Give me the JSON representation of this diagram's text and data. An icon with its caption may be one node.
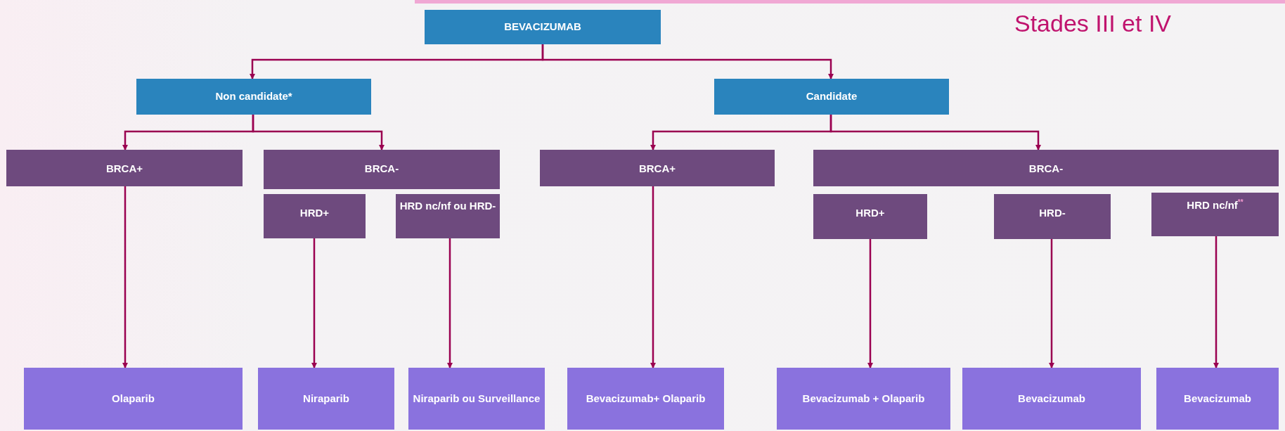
{
  "diagram": {
    "title": "Stades III et IV",
    "nodes": [
      {
        "text": [
          "BEVACIZUMAB"
        ]
      },
      {
        "text": [
          "Non candidate*"
        ]
      },
      {
        "text": [
          "Candidate"
        ]
      },
      {
        "text": [
          "BRCA+"
        ]
      },
      {
        "text": [
          "BRCA-"
        ]
      },
      {
        "text": [
          "HRD+"
        ]
      },
      {
        "text": [
          "HRD nc/nf ou HRD-"
        ]
      },
      {
        "text": [
          "BRCA+"
        ]
      },
      {
        "text": [
          "BRCA-"
        ]
      },
      {
        "text": [
          "HRD+"
        ]
      },
      {
        "text": [
          "HRD-"
        ]
      },
      {
        "text": [
          "HRD nc/nf$^{**}$"
        ]
      },
      {
        "text": [
          "Olaparib"
        ]
      },
      {
        "text": [
          "Niraparib"
        ]
      },
      {
        "text": [
          "Niraparib ou Surveillance"
        ]
      },
      {
        "text": [
          "Bevacizumab+ Olaparib"
        ]
      },
      {
        "text": [
          "Bevacizumab + Olaparib"
        ]
      },
      {
        "text": [
          "Bevacizumab"
        ]
      },
      {
        "text": [
          "Bevacizumab"
        ]
      }
    ],
    "edges": [
      {
        "from": 0,
        "to": 1,
        "arrow": "to"
      },
      {
        "from": 0,
        "to": 2,
        "arrow": "to"
      },
      {
        "from": 1,
        "to": 3,
        "arrow": "to"
      },
      {
        "from": 1,
        "to": 4,
        "arrow": "to"
      },
      {
        "from": 2,
        "to": 7,
        "arrow": "to"
      },
      {
        "from": 2,
        "to": 8,
        "arrow": "to"
      },
      {
        "from": 3,
        "to": 12,
        "arrow": "to"
      },
      {
        "from": 5,
        "to": 13,
        "arrow": "to"
      },
      {
        "from": 6,
        "to": 14,
        "arrow": "to"
      },
      {
        "from": 7,
        "to": 15,
        "arrow": "to"
      },
      {
        "from": 9,
        "to": 16,
        "arrow": "to"
      },
      {
        "from": 10,
        "to": 17,
        "arrow": "to"
      },
      {
        "from": 11,
        "to": 18,
        "arrow": "to"
      }
    ]
  }
}
